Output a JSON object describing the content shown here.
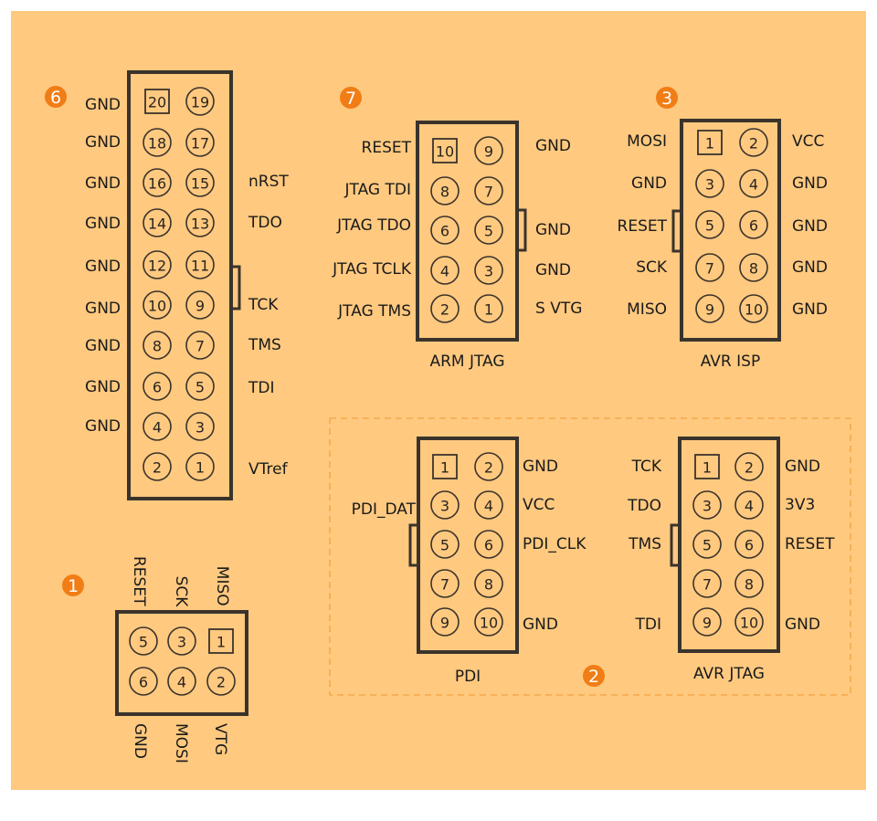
{
  "colors": {
    "background": "#FFC97F",
    "outline": "#3a332c",
    "badge": "#F07D16",
    "dashed": "#F5A94A",
    "text": "#1a1a1a"
  },
  "connectors": [
    {
      "id": "c6",
      "badge": "6",
      "caption": "",
      "pin_count": 20,
      "keyed_pin": "20",
      "pins": [
        [
          "20",
          "19"
        ],
        [
          "18",
          "17"
        ],
        [
          "16",
          "15"
        ],
        [
          "14",
          "13"
        ],
        [
          "12",
          "11"
        ],
        [
          "10",
          "9"
        ],
        [
          "8",
          "7"
        ],
        [
          "6",
          "5"
        ],
        [
          "4",
          "3"
        ],
        [
          "2",
          "1"
        ]
      ],
      "left_labels": [
        "GND",
        "GND",
        "GND",
        "GND",
        "GND",
        "GND",
        "GND",
        "GND",
        "GND",
        ""
      ],
      "right_labels": [
        "",
        "",
        "nRST",
        "TDO",
        "",
        "TCK",
        "TMS",
        "TDI",
        "",
        "VTref"
      ]
    },
    {
      "id": "c7",
      "badge": "7",
      "caption": "ARM JTAG",
      "pin_count": 10,
      "keyed_pin": "10",
      "pins": [
        [
          "10",
          "9"
        ],
        [
          "8",
          "7"
        ],
        [
          "6",
          "5"
        ],
        [
          "4",
          "3"
        ],
        [
          "2",
          "1"
        ]
      ],
      "left_labels": [
        "RESET",
        "JTAG TDI",
        "JTAG TDO",
        "JTAG TCLK",
        "JTAG TMS"
      ],
      "right_labels": [
        "GND",
        "",
        "GND",
        "GND",
        "S VTG"
      ]
    },
    {
      "id": "c3",
      "badge": "3",
      "caption": "AVR ISP",
      "pin_count": 10,
      "keyed_pin": "1",
      "pins": [
        [
          "1",
          "2"
        ],
        [
          "3",
          "4"
        ],
        [
          "5",
          "6"
        ],
        [
          "7",
          "8"
        ],
        [
          "9",
          "10"
        ]
      ],
      "left_labels": [
        "MOSI",
        "GND",
        "RESET",
        "SCK",
        "MISO"
      ],
      "right_labels": [
        "VCC",
        "GND",
        "GND",
        "GND",
        "GND"
      ]
    },
    {
      "id": "pdi",
      "badge": "",
      "caption": "PDI",
      "pin_count": 10,
      "keyed_pin": "1",
      "pins": [
        [
          "1",
          "2"
        ],
        [
          "3",
          "4"
        ],
        [
          "5",
          "6"
        ],
        [
          "7",
          "8"
        ],
        [
          "9",
          "10"
        ]
      ],
      "left_labels": [
        "",
        "PDI_DAT",
        "",
        "",
        ""
      ],
      "right_labels": [
        "GND",
        "VCC",
        "PDI_CLK",
        "",
        "GND"
      ]
    },
    {
      "id": "avrjtag",
      "badge": "",
      "caption": "AVR JTAG",
      "pin_count": 10,
      "keyed_pin": "1",
      "pins": [
        [
          "1",
          "2"
        ],
        [
          "3",
          "4"
        ],
        [
          "5",
          "6"
        ],
        [
          "7",
          "8"
        ],
        [
          "9",
          "10"
        ]
      ],
      "left_labels": [
        "TCK",
        "TDO",
        "TMS",
        "",
        "TDI"
      ],
      "right_labels": [
        "GND",
        "3V3",
        "RESET",
        "",
        "GND"
      ]
    },
    {
      "id": "c1",
      "badge": "1",
      "caption": "",
      "pin_count": 6,
      "keyed_pin": "1",
      "pins": [
        [
          "5",
          "3",
          "1"
        ],
        [
          "6",
          "4",
          "2"
        ]
      ],
      "top_labels": [
        "RESET",
        "SCK",
        "MISO"
      ],
      "bottom_labels": [
        "GND",
        "MOSI",
        "VTG"
      ]
    }
  ],
  "group": {
    "badge": "2",
    "members": [
      "PDI",
      "AVR JTAG"
    ]
  }
}
